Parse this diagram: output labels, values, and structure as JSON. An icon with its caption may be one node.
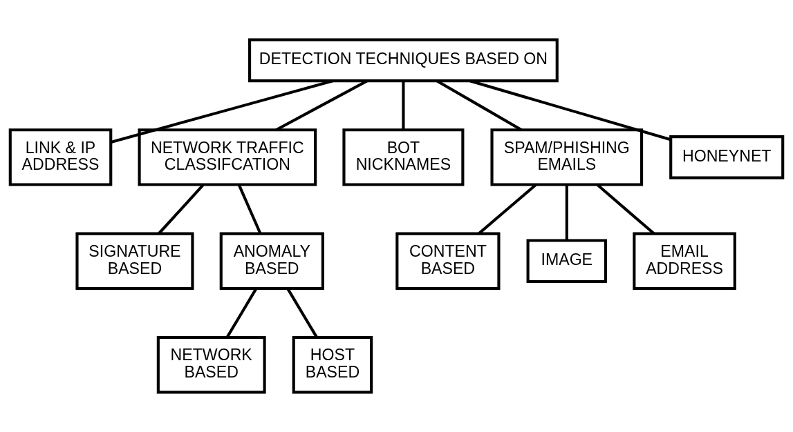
{
  "diagram": {
    "nodes": [
      {
        "text": [
          "DETECTION TECHNIQUES BASED ON"
        ]
      },
      {
        "text": [
          "LINK & IP ADDRESS"
        ]
      },
      {
        "text": [
          "NETWORK TRAFFIC CLASSIFCATION"
        ]
      },
      {
        "text": [
          "BOT NICKNAMES"
        ]
      },
      {
        "text": [
          "SPAM/PHISHING EMAILS"
        ]
      },
      {
        "text": [
          "HONEYNET"
        ]
      },
      {
        "text": [
          "SIGNATURE BASED"
        ]
      },
      {
        "text": [
          "ANOMALY BASED"
        ]
      },
      {
        "text": [
          "CONTENT BASED"
        ]
      },
      {
        "text": [
          "IMAGE"
        ]
      },
      {
        "text": [
          "EMAIL ADDRESS"
        ]
      },
      {
        "text": [
          "NETWORK BASED"
        ]
      },
      {
        "text": [
          "HOST BASED"
        ]
      }
    ],
    "edges": [
      {
        "from": 0,
        "to": 1,
        "arrow": "none"
      },
      {
        "from": 0,
        "to": 2,
        "arrow": "none"
      },
      {
        "from": 0,
        "to": 3,
        "arrow": "none"
      },
      {
        "from": 0,
        "to": 4,
        "arrow": "none"
      },
      {
        "from": 0,
        "to": 5,
        "arrow": "none"
      },
      {
        "from": 2,
        "to": 6,
        "arrow": "none"
      },
      {
        "from": 2,
        "to": 7,
        "arrow": "none"
      },
      {
        "from": 4,
        "to": 8,
        "arrow": "none"
      },
      {
        "from": 4,
        "to": 9,
        "arrow": "none"
      },
      {
        "from": 4,
        "to": 10,
        "arrow": "none"
      },
      {
        "from": 7,
        "to": 11,
        "arrow": "none"
      },
      {
        "from": 7,
        "to": 12,
        "arrow": "none"
      }
    ]
  }
}
